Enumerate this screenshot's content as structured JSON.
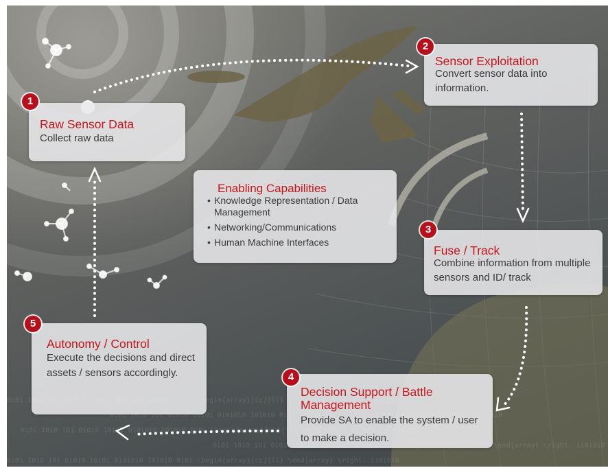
{
  "steps": [
    {
      "number": "1",
      "title": "Raw Sensor Data",
      "description": "Collect raw data"
    },
    {
      "number": "2",
      "title": "Sensor Exploitation",
      "description": "Convert sensor data into information."
    },
    {
      "number": "3",
      "title": "Fuse / Track",
      "description": "Combine information from multiple sensors and ID/ track"
    },
    {
      "number": "4",
      "title": "Decision Support / Battle Management",
      "description": "Provide SA to enable the system / user to make a decision."
    },
    {
      "number": "5",
      "title": "Autonomy / Control",
      "description": "Execute the decisions and direct assets / sensors accordingly."
    }
  ],
  "enabling": {
    "title": "Enabling Capabilities",
    "items": [
      "Knowledge Representation / Data Management",
      "Networking/Communications",
      "Human Machine Interfaces"
    ]
  },
  "background_code_text": "0i0i 10i0 i0i 0i0i0 10i0i 0i0i0i0 1010i0 0i0i \\begin{array}[cc]{ll} \\end{array} \\right. ii0i0i0",
  "colors": {
    "accent_red": "#c4161c",
    "badge_red": "#b5101b",
    "card_bg": "#e8e8ea",
    "text_dark": "#3a3a3a",
    "arrow_white": "#ffffff"
  }
}
